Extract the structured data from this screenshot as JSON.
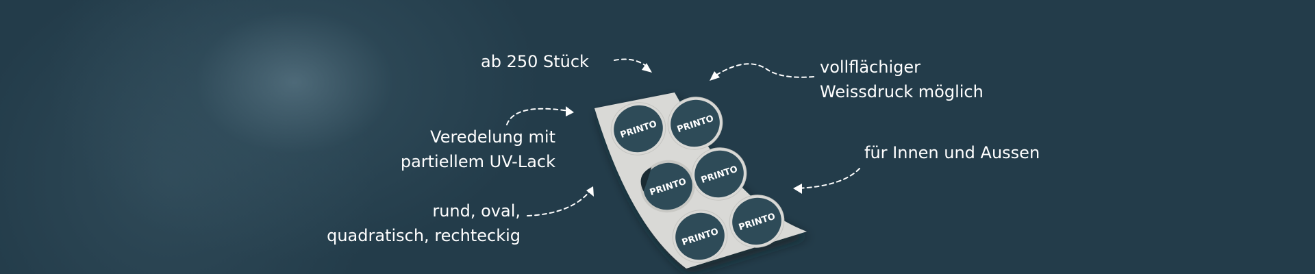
{
  "features": {
    "quantity": "ab 250 Stück",
    "white_print": [
      "vollflächiger",
      "Weissdruck möglich"
    ],
    "uv_finish": [
      "Veredelung mit",
      "partiellem UV-Lack"
    ],
    "indoor_outdoor": "für Innen und Aussen",
    "shapes": [
      "rund, oval,",
      "quadratisch, rechteckig"
    ]
  },
  "product": {
    "logo_text": "PRINTO",
    "sticker_count": 6
  },
  "colors": {
    "background": "#233c4a",
    "sticker": "#2e4b58",
    "sheet": "#d9d9d6",
    "text": "#ffffff"
  }
}
